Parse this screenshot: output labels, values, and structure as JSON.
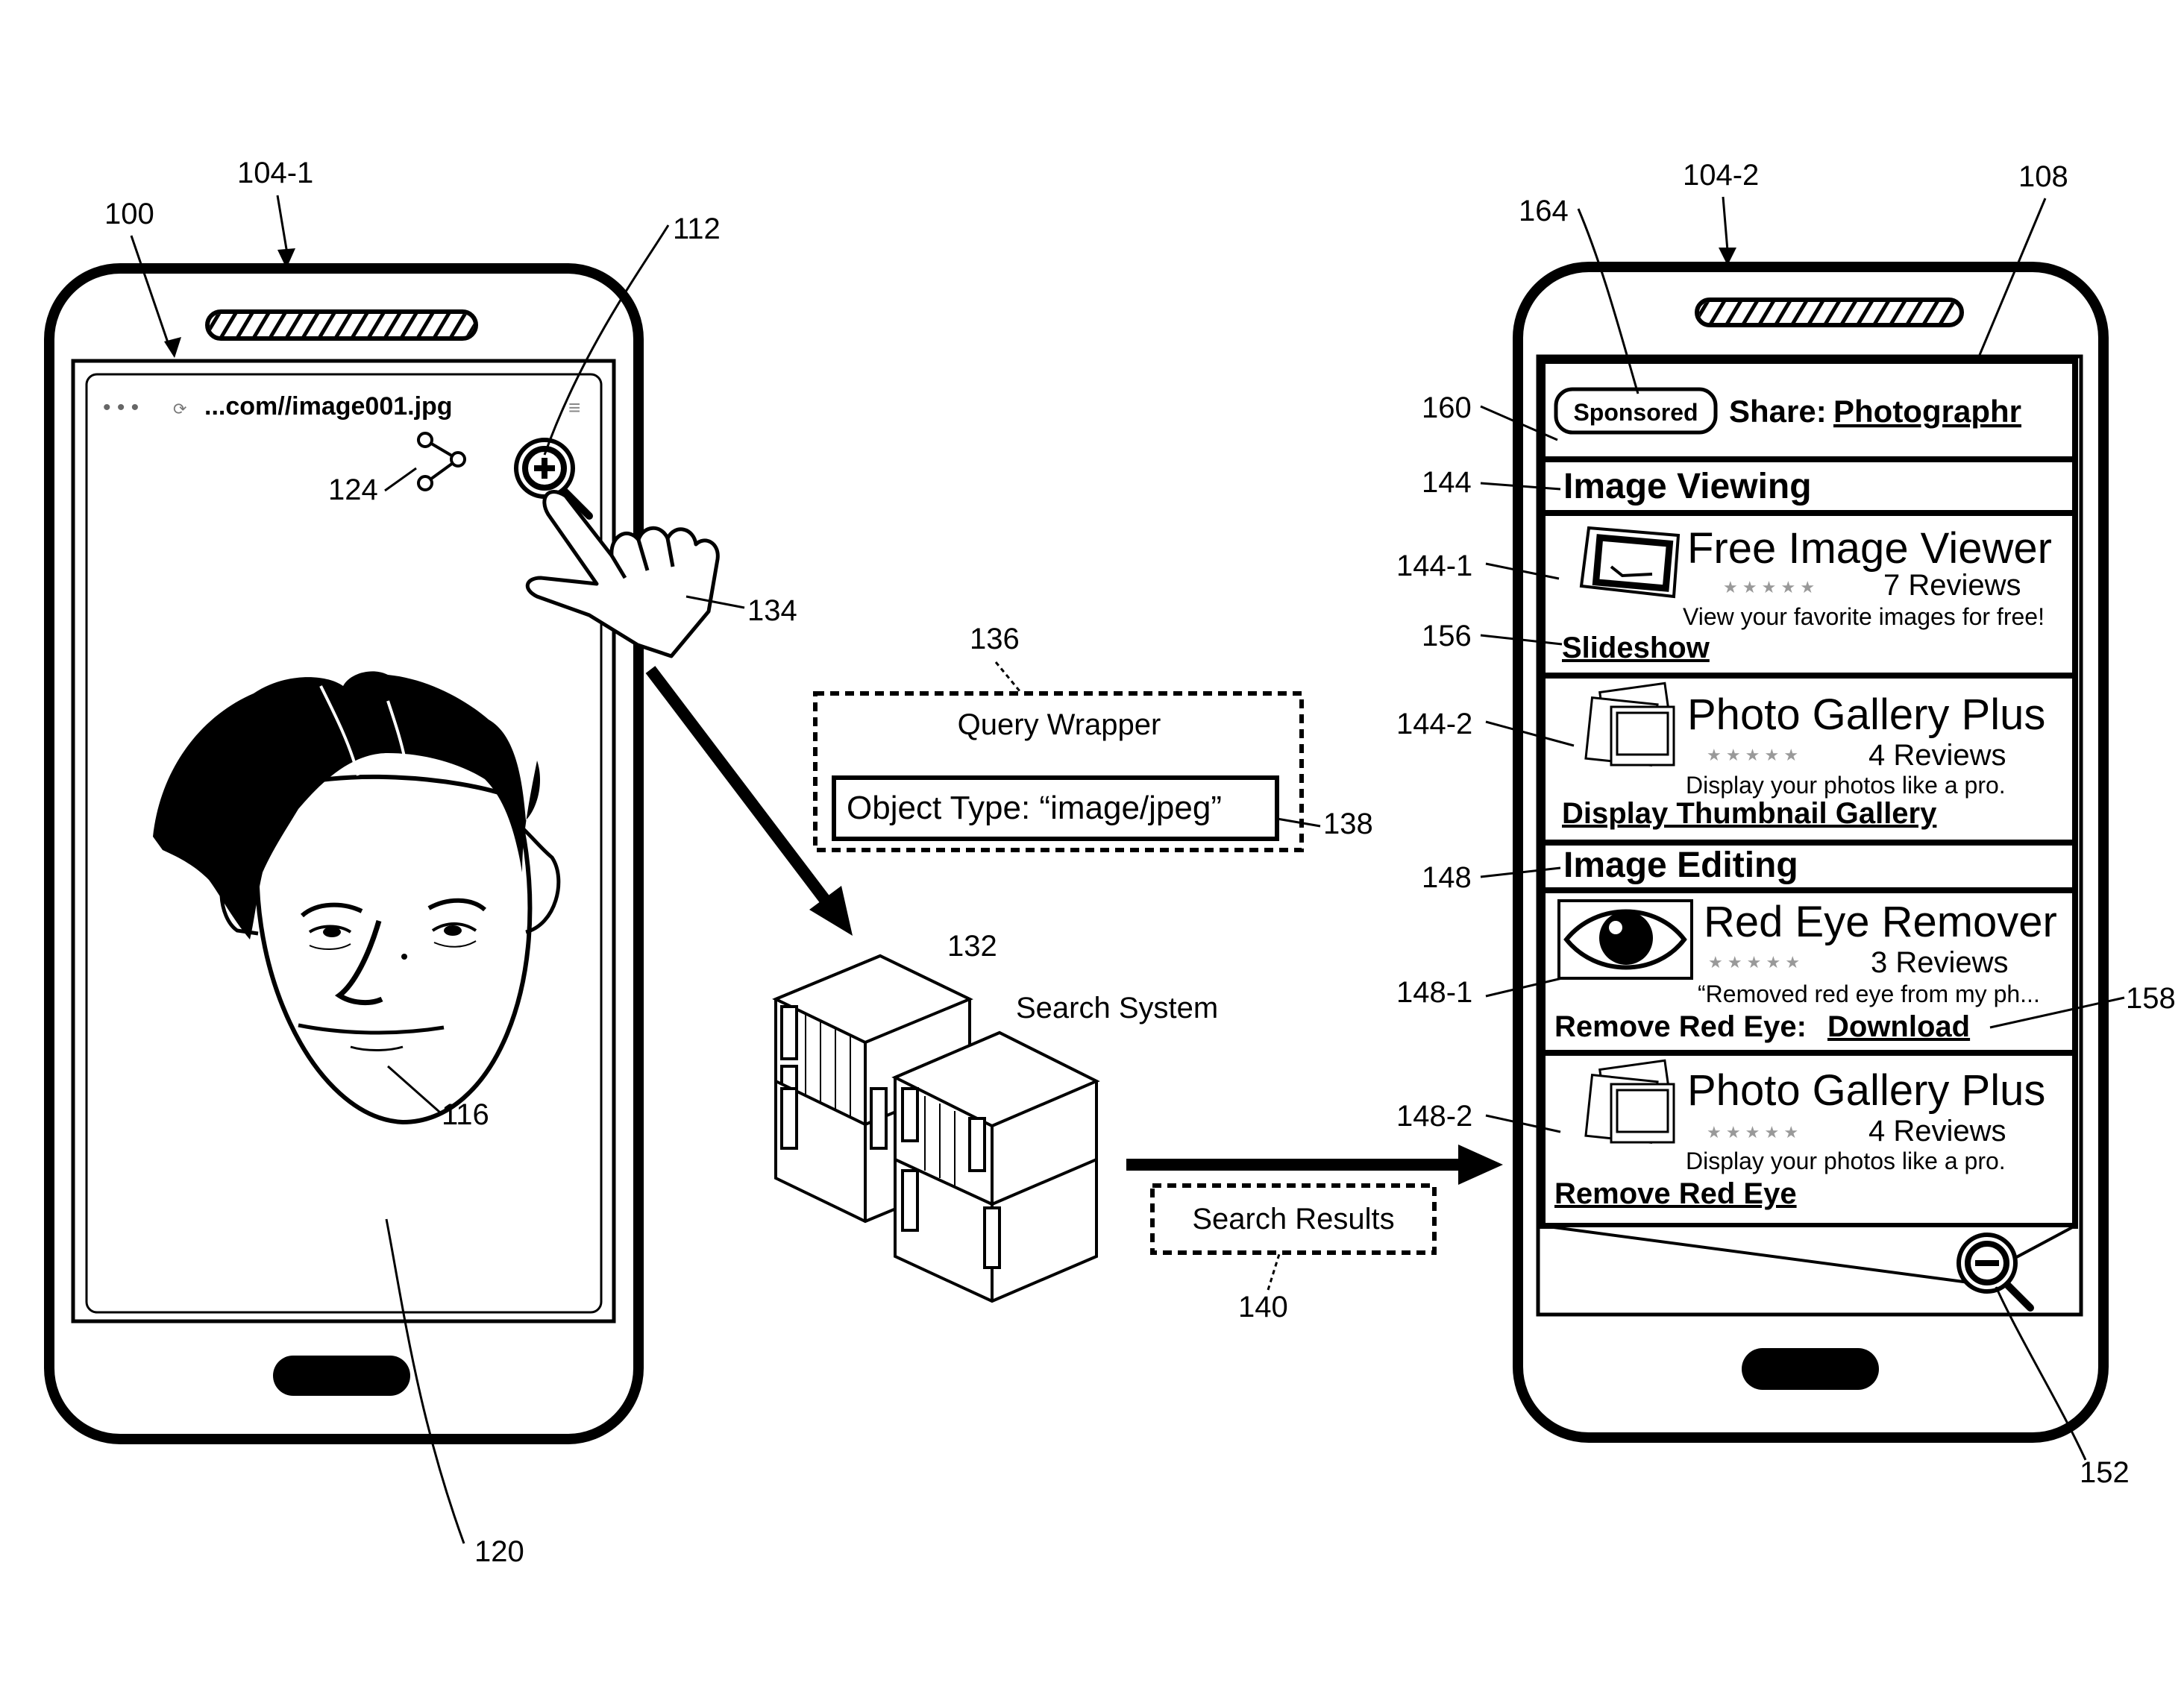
{
  "refs": {
    "device_left": "104-1",
    "device_right": "104-2",
    "browser": "100",
    "zoom_in_button": "112",
    "share_icon": "124",
    "face_image": "116",
    "screen_area": "120",
    "hand": "134",
    "query_wrapper": "136",
    "object_type": "138",
    "search_system": "132",
    "search_results": "140",
    "results_pane": "108",
    "sponsored": "164",
    "sponsored_row": "160",
    "image_viewing": "144",
    "image_viewing_1": "144-1",
    "slideshow": "156",
    "image_viewing_2": "144-2",
    "image_editing": "148",
    "image_editing_1": "148-1",
    "download_link": "158",
    "image_editing_2": "148-2",
    "zoom_out_button": "152"
  },
  "browser": {
    "dots": "• • •",
    "url": "...com//image001.jpg",
    "menu_glyph": "≡"
  },
  "query_wrapper": {
    "title": "Query Wrapper",
    "object_type": "Object Type: “image/jpeg”"
  },
  "search_system_label": "Search System",
  "search_results_label": "Search Results",
  "results": {
    "sponsored_badge": "Sponsored",
    "share_prefix": "Share:",
    "share_link": "Photographr",
    "sections": [
      {
        "heading": "Image Viewing",
        "apps": [
          {
            "title": "Free Image Viewer",
            "reviews": "7 Reviews",
            "description": "View your favorite images for free!",
            "link_prefix": "",
            "link": "Slideshow",
            "icon": "image-frame-icon"
          },
          {
            "title": "Photo Gallery Plus",
            "reviews": "4 Reviews",
            "description": "Display your photos like a pro.",
            "link_prefix": "",
            "link": "Display Thumbnail Gallery",
            "icon": "photo-stack-icon"
          }
        ]
      },
      {
        "heading": "Image Editing",
        "apps": [
          {
            "title": "Red Eye Remover",
            "reviews": "3 Reviews",
            "description": "“Removed red eye from my ph...",
            "link_prefix": "Remove Red Eye:",
            "link": "Download",
            "icon": "eye-icon"
          },
          {
            "title": "Photo Gallery Plus",
            "reviews": "4 Reviews",
            "description": "Display your photos like a pro.",
            "link_prefix": "",
            "link": "Remove Red Eye",
            "icon": "photo-stack-icon"
          }
        ]
      }
    ],
    "stars": "★ ★ ★ ★ ★"
  }
}
